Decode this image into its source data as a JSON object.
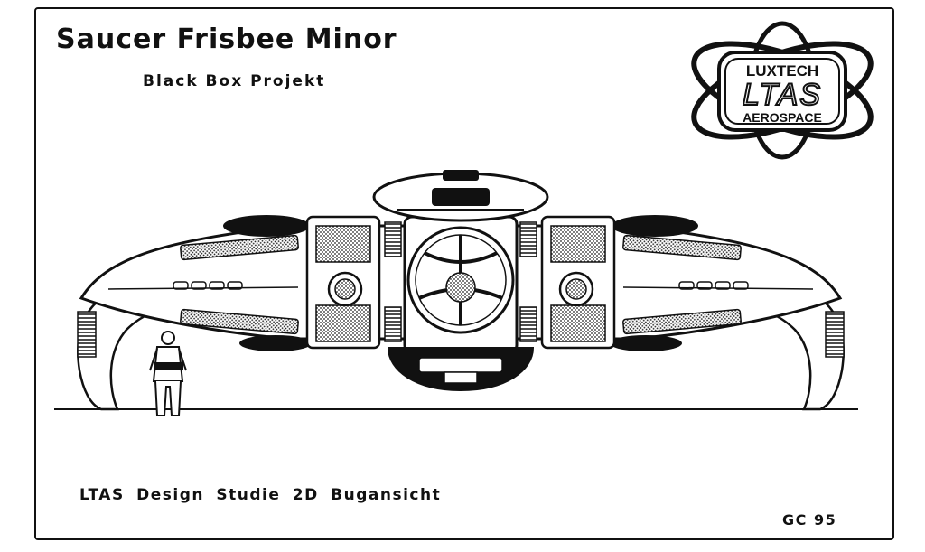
{
  "title": "Saucer Frisbee Minor",
  "subtitle": "Black Box Projekt",
  "caption": "LTAS Design Studie 2D Bugansicht",
  "code": "GC 95",
  "logo": {
    "line1": "LUXTECH",
    "line2": "LTAS",
    "line3": "AEROSPACE"
  }
}
